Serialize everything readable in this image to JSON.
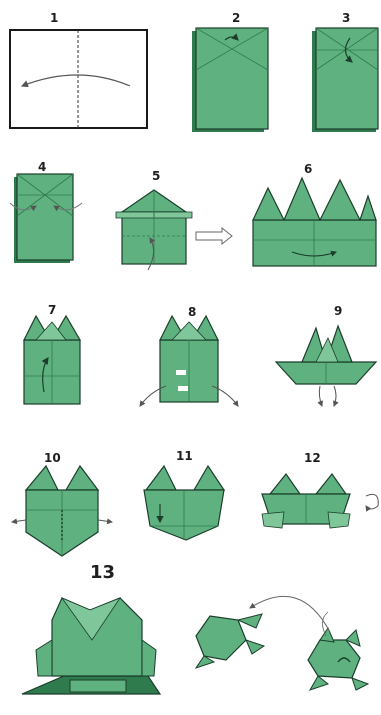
{
  "steps": [
    {
      "label": "1"
    },
    {
      "label": "2"
    },
    {
      "label": "3"
    },
    {
      "label": "4"
    },
    {
      "label": "5"
    },
    {
      "label": "6"
    },
    {
      "label": "7"
    },
    {
      "label": "8"
    },
    {
      "label": "9"
    },
    {
      "label": "10"
    },
    {
      "label": "11"
    },
    {
      "label": "12"
    },
    {
      "label": "13"
    }
  ],
  "colors": {
    "paper_green": "#5fb27f",
    "paper_dark": "#2f7b4d",
    "outline": "#1a3e2b",
    "fold_line": "#ffffff",
    "arrow": "#555555",
    "background": "#ffffff"
  }
}
